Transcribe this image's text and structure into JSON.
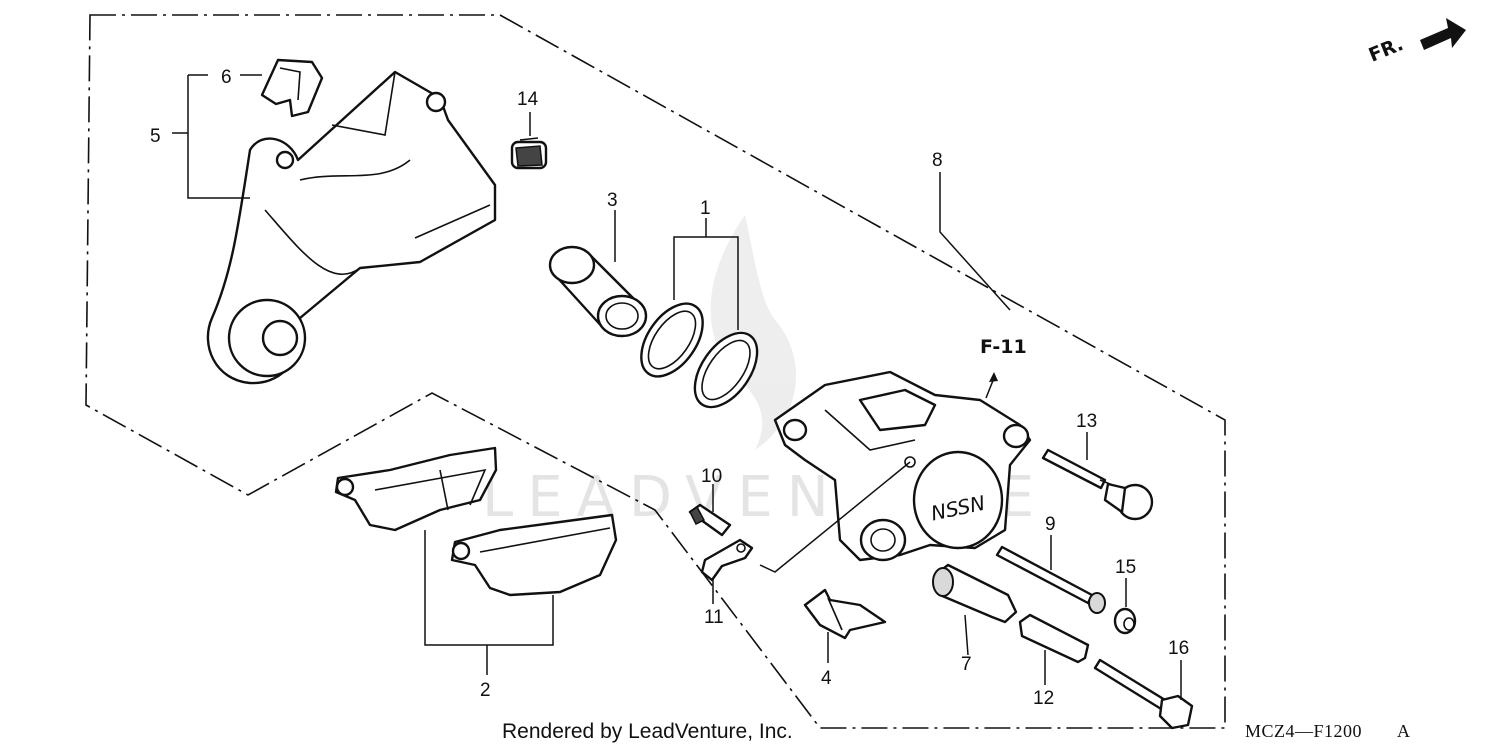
{
  "diagram": {
    "orientation_label": "FR.",
    "reference_label": "F-11",
    "watermark": "LEADVENTURE",
    "footer_credit": "Rendered by LeadVenture, Inc.",
    "diagram_code": "MCZ4—F1200",
    "diagram_code_suffix": "A",
    "callouts": [
      "1",
      "2",
      "3",
      "4",
      "5",
      "6",
      "7",
      "8",
      "9",
      "10",
      "11",
      "12",
      "13",
      "14",
      "15",
      "16"
    ]
  }
}
